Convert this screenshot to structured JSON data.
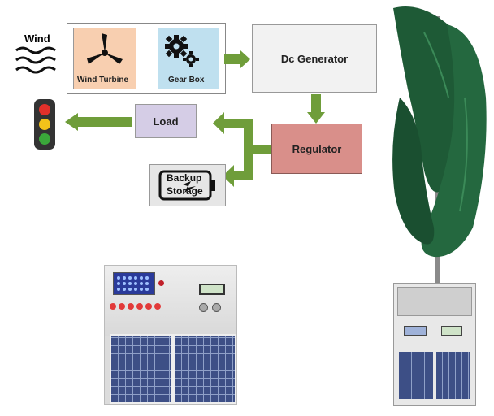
{
  "diagram": {
    "wind_label": "Wind",
    "wind_turbine_label": "Wind Turbine",
    "gear_box_label": "Gear Box",
    "dc_generator_label": "Dc Generator",
    "regulator_label": "Regulator",
    "load_label": "Load",
    "backup_storage_line1": "Backup",
    "backup_storage_line2": "Storage"
  },
  "colors": {
    "turbine_fill": "#f8cfb0",
    "gearbox_fill": "#bfe0ef",
    "generator_fill": "#f2f2f2",
    "regulator_fill": "#d98f8a",
    "load_fill": "#d5cde6",
    "storage_fill": "#e6e6e6",
    "arrow_green": "#6f9d3a",
    "turbine_blade_green": "#1e5a36"
  },
  "icons": {
    "wind": "wind-icon",
    "turbine": "wind-turbine-icon",
    "gears": "gears-icon",
    "traffic_light": "traffic-light-icon",
    "battery": "battery-icon"
  }
}
